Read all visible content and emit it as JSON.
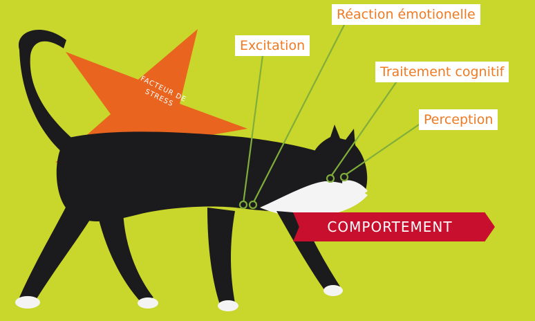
{
  "diagram": {
    "stressor": {
      "label_line1": "FACTEUR DE",
      "label_line2": "STRESS"
    },
    "callouts": {
      "excitation": "Excitation",
      "emotional_reaction": "Réaction émotionelle",
      "cognitive_processing": "Traitement cognitif",
      "perception": "Perception"
    },
    "outcome": {
      "label": "COMPORTEMENT"
    }
  },
  "colors": {
    "background": "#c9d62b",
    "star": "#e8641f",
    "callout_text": "#f07a22",
    "behavior_banner": "#c8102e",
    "connector_lines": "#7fae3a",
    "cat_fur": "#1b1b1d",
    "cat_white": "#f4f4f4"
  }
}
